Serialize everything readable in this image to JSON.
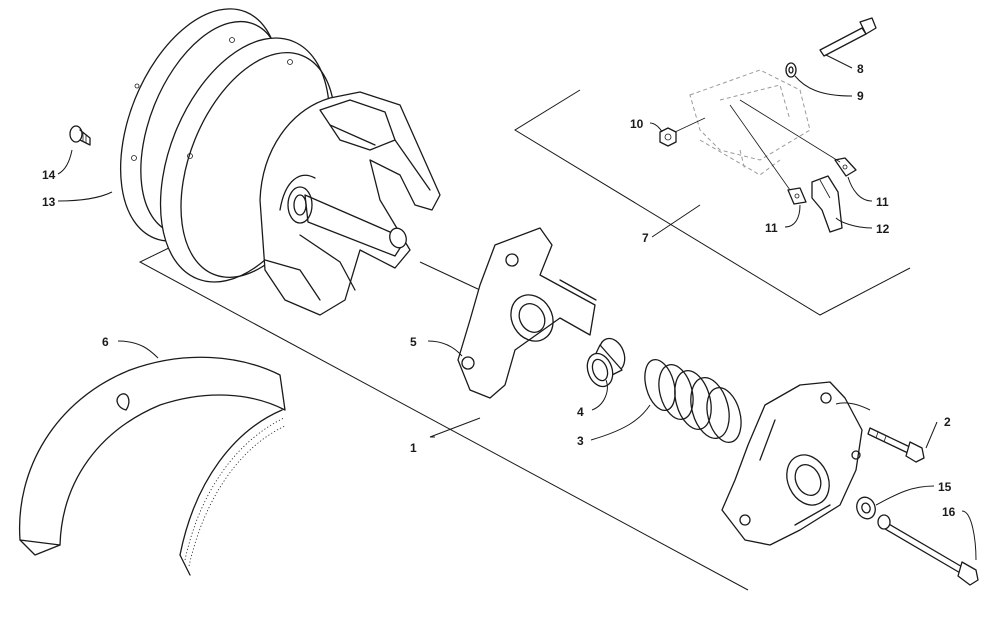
{
  "callouts": {
    "c1": "1",
    "c2": "2",
    "c3": "3",
    "c4": "4",
    "c5": "5",
    "c6": "6",
    "c7": "7",
    "c8": "8",
    "c9": "9",
    "c10": "10",
    "c11a": "11",
    "c11b": "11",
    "c12": "12",
    "c13": "13",
    "c14": "14",
    "c15": "15",
    "c16": "16"
  },
  "colors": {
    "ink": "#1a1a1a",
    "background": "#ffffff",
    "ghost": "#9a9a9a"
  }
}
